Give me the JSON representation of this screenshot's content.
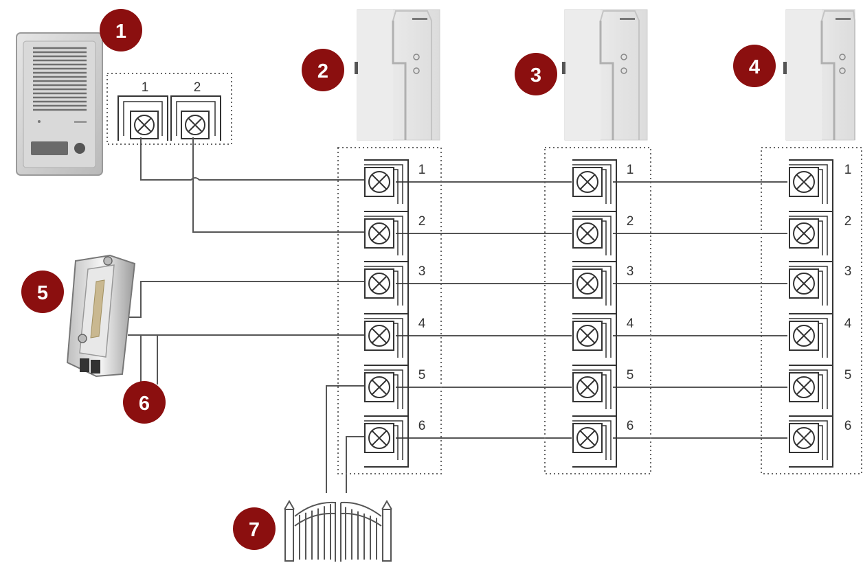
{
  "colors": {
    "badge": "#8B0F0F",
    "badge_text": "#ffffff",
    "wire": "#555555",
    "terminal_stroke": "#333333",
    "dotted_box": "#666666",
    "device_light": "#ededed",
    "device_shadow": "#d2d2d2",
    "label": "#333333"
  },
  "badges": {
    "door_panel": "1",
    "monitor_a": "2",
    "monitor_b": "3",
    "monitor_c": "4",
    "door_lock": "5",
    "lock_wiring": "6",
    "gate": "7"
  },
  "door_panel_terminals": [
    "1",
    "2"
  ],
  "monitor_terminals": [
    "1",
    "2",
    "3",
    "4",
    "5",
    "6"
  ],
  "icons": {
    "door_panel": "door-entry-panel-icon",
    "monitor": "intercom-handset-icon",
    "door_lock": "electric-strike-lock-icon",
    "gate": "double-gate-icon",
    "terminal": "screw-terminal-icon"
  }
}
